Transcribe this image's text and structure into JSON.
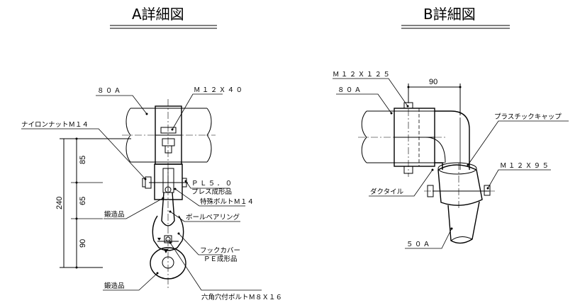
{
  "detail_a": {
    "title": "A詳細図",
    "pipe_label": "８０Ａ",
    "bolt_top": "Ｍ１２Ｘ４０",
    "nylon_nut": "ナイロンナットＭ１４",
    "plate_1": "ＰＬ５．０",
    "plate_2": "プレス成形品",
    "special_bolt": "特殊ボルトＭ１４",
    "forging_1": "鍛造品",
    "ball_bearing": "ボールベアリング",
    "hook_cover_1": "フックカバー",
    "hook_cover_2": "ＰＥ成形品",
    "forging_2": "鍛造品",
    "hex_bolt": "六角穴付ボルトＭ８Ｘ１６",
    "dim_total": "240",
    "dim_1": "85",
    "dim_2": "65",
    "dim_3": "90"
  },
  "detail_b": {
    "title": "B詳細図",
    "bolt_top": "Ｍ１２Ｘ１２５",
    "pipe_label": "８０Ａ",
    "dim_offset": "90",
    "plastic_cap": "プラスチックキャップ",
    "bolt_side": "Ｍ１２Ｘ９５",
    "ductile": "ダクタイル",
    "pipe_small": "５０Ａ"
  }
}
